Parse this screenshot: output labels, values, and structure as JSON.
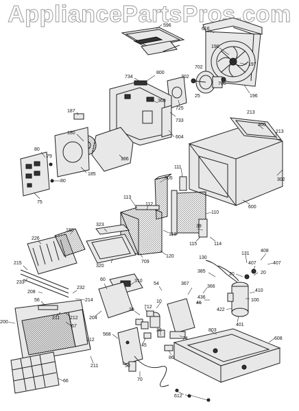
{
  "watermark": "AppliancePartsPros.com",
  "callouts": [
    {
      "id": "c596",
      "text": "596"
    },
    {
      "id": "c616",
      "text": "616"
    },
    {
      "id": "c190",
      "text": "190"
    },
    {
      "id": "c197",
      "text": "197"
    },
    {
      "id": "c702a",
      "text": "702"
    },
    {
      "id": "c702b",
      "text": "702"
    },
    {
      "id": "c706",
      "text": "706"
    },
    {
      "id": "c196",
      "text": "196"
    },
    {
      "id": "c734",
      "text": "734"
    },
    {
      "id": "c800",
      "text": "800"
    },
    {
      "id": "c360",
      "text": "360"
    },
    {
      "id": "c725",
      "text": "725"
    },
    {
      "id": "c25",
      "text": "25"
    },
    {
      "id": "c733",
      "text": "733"
    },
    {
      "id": "c187",
      "text": "187"
    },
    {
      "id": "c180",
      "text": "180"
    },
    {
      "id": "c604",
      "text": "604"
    },
    {
      "id": "c213a",
      "text": "213"
    },
    {
      "id": "c300",
      "text": "300"
    },
    {
      "id": "c213b",
      "text": "213"
    },
    {
      "id": "c80a",
      "text": "80"
    },
    {
      "id": "c79",
      "text": "79"
    },
    {
      "id": "c185",
      "text": "185"
    },
    {
      "id": "c186",
      "text": "186"
    },
    {
      "id": "c80b",
      "text": "80"
    },
    {
      "id": "c111",
      "text": "111"
    },
    {
      "id": "c302",
      "text": "302"
    },
    {
      "id": "c75",
      "text": "75"
    },
    {
      "id": "c605",
      "text": "605"
    },
    {
      "id": "c600",
      "text": "600"
    },
    {
      "id": "c113a",
      "text": "113"
    },
    {
      "id": "c112",
      "text": "112"
    },
    {
      "id": "c110",
      "text": "110"
    },
    {
      "id": "c323",
      "text": "323"
    },
    {
      "id": "c113b",
      "text": "113"
    },
    {
      "id": "c39",
      "text": "39"
    },
    {
      "id": "c188",
      "text": "188"
    },
    {
      "id": "c115",
      "text": "115"
    },
    {
      "id": "c114",
      "text": "114"
    },
    {
      "id": "c226",
      "text": "226"
    },
    {
      "id": "c408",
      "text": "408"
    },
    {
      "id": "c120",
      "text": "120"
    },
    {
      "id": "c130",
      "text": "130"
    },
    {
      "id": "c131",
      "text": "131"
    },
    {
      "id": "c407a",
      "text": "407"
    },
    {
      "id": "c407b",
      "text": "407"
    },
    {
      "id": "c215",
      "text": "215"
    },
    {
      "id": "c320",
      "text": "320"
    },
    {
      "id": "c709",
      "text": "709"
    },
    {
      "id": "c385",
      "text": "385"
    },
    {
      "id": "c20a",
      "text": "20"
    },
    {
      "id": "c20b",
      "text": "20"
    },
    {
      "id": "c233",
      "text": "233"
    },
    {
      "id": "c60",
      "text": "60"
    },
    {
      "id": "c310",
      "text": "310"
    },
    {
      "id": "c54",
      "text": "54"
    },
    {
      "id": "c367",
      "text": "367"
    },
    {
      "id": "c366",
      "text": "366"
    },
    {
      "id": "c410",
      "text": "410"
    },
    {
      "id": "c208",
      "text": "208"
    },
    {
      "id": "c232",
      "text": "232"
    },
    {
      "id": "c214",
      "text": "214"
    },
    {
      "id": "c10",
      "text": "10"
    },
    {
      "id": "c46",
      "text": "46"
    },
    {
      "id": "c436",
      "text": "436"
    },
    {
      "id": "c100",
      "text": "100"
    },
    {
      "id": "c56",
      "text": "56"
    },
    {
      "id": "c204",
      "text": "204"
    },
    {
      "id": "c35",
      "text": "35"
    },
    {
      "id": "c712",
      "text": "712"
    },
    {
      "id": "c422",
      "text": "422"
    },
    {
      "id": "c200",
      "text": "200"
    },
    {
      "id": "c211a",
      "text": "211"
    },
    {
      "id": "c212a",
      "text": "212"
    },
    {
      "id": "c67",
      "text": "67"
    },
    {
      "id": "c401",
      "text": "401"
    },
    {
      "id": "c568",
      "text": "568"
    },
    {
      "id": "c36",
      "text": "36"
    },
    {
      "id": "c74",
      "text": "74"
    },
    {
      "id": "c803",
      "text": "803"
    },
    {
      "id": "c608",
      "text": "608"
    },
    {
      "id": "c212b",
      "text": "212"
    },
    {
      "id": "c45",
      "text": "45"
    },
    {
      "id": "c211b",
      "text": "211"
    },
    {
      "id": "c66",
      "text": "66"
    },
    {
      "id": "c86",
      "text": "86"
    },
    {
      "id": "c50",
      "text": "50"
    },
    {
      "id": "c70",
      "text": "70"
    },
    {
      "id": "c612",
      "text": "612"
    }
  ]
}
